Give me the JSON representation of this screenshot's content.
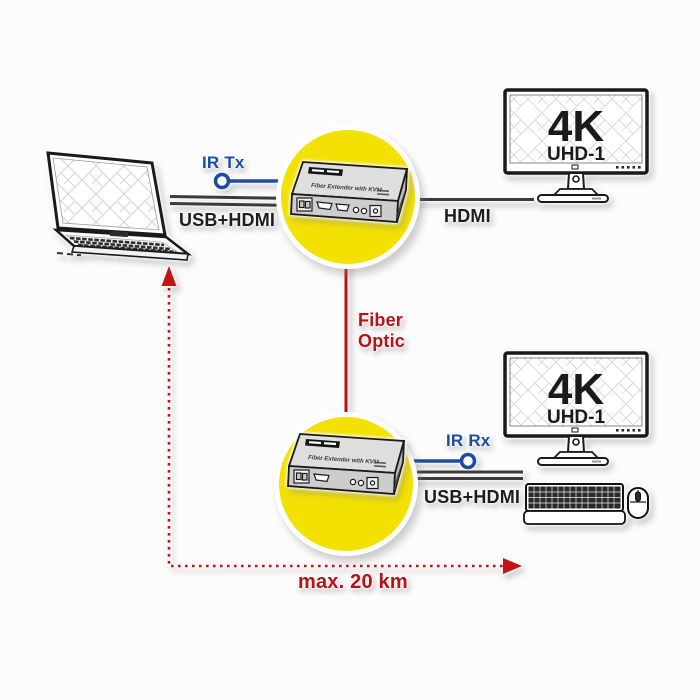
{
  "labels": {
    "ir_tx": "IR Tx",
    "usb_hdmi_top": "USB+HDMI",
    "hdmi": "HDMI",
    "fiber_optic": "Fiber Optic",
    "ir_rx": "IR Rx",
    "usb_hdmi_bottom": "USB+HDMI",
    "max_distance": "max. 20 km"
  },
  "monitor_top": {
    "line1": "4K",
    "line2": "UHD-1"
  },
  "monitor_bottom": {
    "line1": "4K",
    "line2": "UHD-1"
  },
  "extender": {
    "label": "Fiber Extender with KVM"
  },
  "colors": {
    "accent_yellow": "#F3E104",
    "signal_blue": "#1E4C9E",
    "alert_red": "#C41414",
    "text_red": "#B5121A",
    "cable_dark": "#3A3A3A"
  }
}
